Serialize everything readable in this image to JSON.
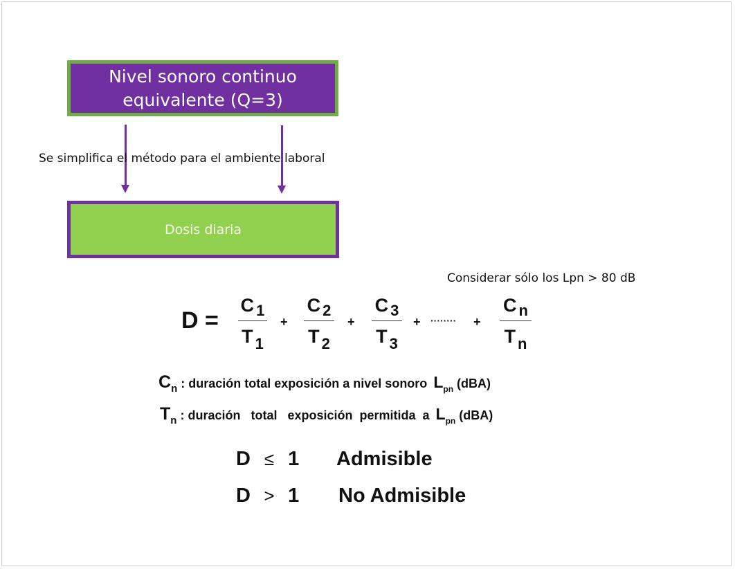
{
  "diagram": {
    "top_box": {
      "line1": "Nivel sonoro continuo",
      "line2": "equivalente (Q=3)"
    },
    "connector_label": "Se simplifica el método para el ambiente laboral",
    "bottom_box": {
      "label": "Dosis diaria"
    },
    "note": "Considerar sólo los Lpn > 80 dB"
  },
  "formula": {
    "lhs": "D =",
    "terms": [
      {
        "num": "C",
        "num_sub": "1",
        "den": "T",
        "den_sub": "1"
      },
      {
        "num": "C",
        "num_sub": "2",
        "den": "T",
        "den_sub": "2"
      },
      {
        "num": "C",
        "num_sub": "3",
        "den": "T",
        "den_sub": "3"
      },
      {
        "num": "C",
        "num_sub": "n",
        "den": "T",
        "den_sub": "n"
      }
    ],
    "plus": "+",
    "ellipsis": "········"
  },
  "definitions": [
    {
      "symbol": "C",
      "sub": "n",
      "text": ": duración total exposición a nivel sonoro ",
      "L": "L",
      "L_sub": "pn",
      "unit": " (dBA)"
    },
    {
      "symbol": "T",
      "sub": "n",
      "text": ": duración   total   exposición  permitida  a ",
      "L": "L",
      "L_sub": "pn",
      "unit": " (dBA)"
    }
  ],
  "conditions": [
    {
      "lhs": "D",
      "op": "≤",
      "rhs": "1",
      "result": "Admisible"
    },
    {
      "lhs": "D",
      "op": ">",
      "rhs": "1",
      "result": "No Admisible"
    }
  ],
  "colors": {
    "purple": "#7030a0",
    "green": "#92d050",
    "green_border": "#70ad47"
  }
}
